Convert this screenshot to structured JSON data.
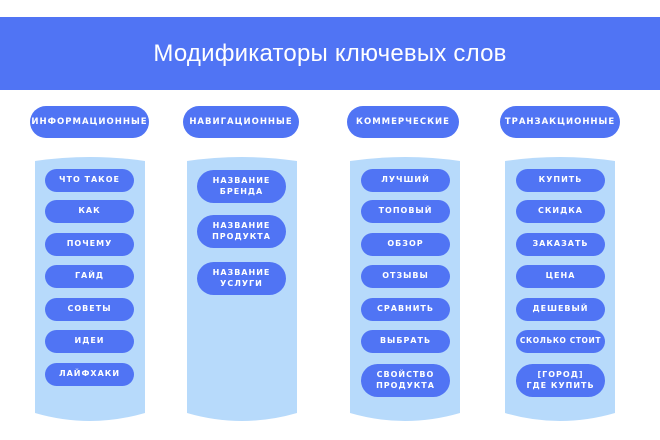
{
  "title": "Модификаторы ключевых слов",
  "colors": {
    "accent": "#5074f4",
    "column_bg": "#b7dafb",
    "background": "#ffffff",
    "text_light": "#ffffff"
  },
  "columns": [
    {
      "header": "ИНФОРМАЦИОННЫЕ",
      "items": [
        "ЧТО ТАКОЕ",
        "КАК",
        "ПОЧЕМУ",
        "ГАЙД",
        "СОВЕТЫ",
        "ИДЕИ",
        "ЛАЙФХАКИ"
      ]
    },
    {
      "header": "НАВИГАЦИОННЫЕ",
      "items": [
        "НАЗВАНИЕ\nБРЕНДА",
        "НАЗВАНИЕ\nПРОДУКТА",
        "НАЗВАНИЕ\nУСЛУГИ"
      ]
    },
    {
      "header": "КОММЕРЧЕСКИЕ",
      "items": [
        "ЛУЧШИЙ",
        "ТОПОВЫЙ",
        "ОБЗОР",
        "ОТЗЫВЫ",
        "СРАВНИТЬ",
        "ВЫБРАТЬ",
        "СВОЙСТВО\nПРОДУКТА"
      ]
    },
    {
      "header": "ТРАНЗАКЦИОННЫЕ",
      "items": [
        "КУПИТЬ",
        "СКИДКА",
        "ЗАКАЗАТЬ",
        "ЦЕНА",
        "ДЕШЕВЫЙ",
        "СКОЛЬКО СТОИТ",
        "[ГОРОД]\nГДЕ КУПИТЬ"
      ]
    }
  ]
}
